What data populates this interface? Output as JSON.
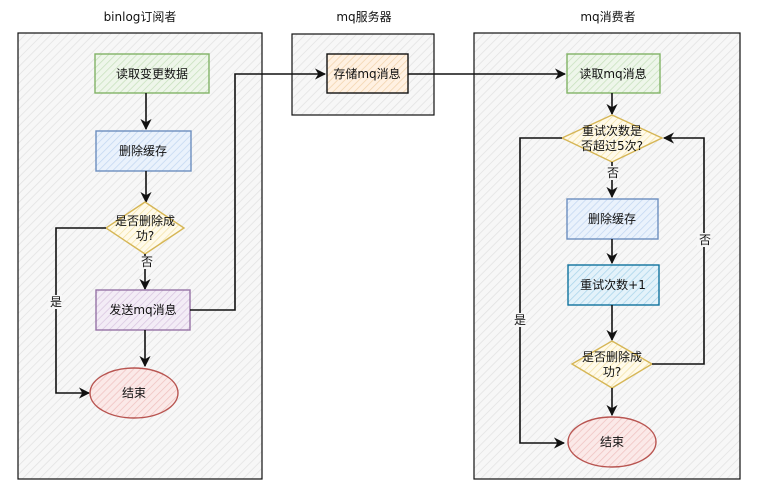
{
  "lanes": {
    "left_title": "binlog订阅者",
    "middle_title": "mq服务器",
    "right_title": "mq消费者"
  },
  "left": {
    "read_changes": "读取变更数据",
    "delete_cache": "删除缓存",
    "decision_line1": "是否删除成",
    "decision_line2": "功?",
    "no_label": "否",
    "yes_label": "是",
    "send_mq": "发送mq消息",
    "end": "结束"
  },
  "middle": {
    "store_mq": "存储mq消息"
  },
  "right": {
    "read_mq": "读取mq消息",
    "retry_check_line1": "重试次数是",
    "retry_check_line2": "否超过5次?",
    "no_label_top": "否",
    "delete_cache": "删除缓存",
    "retry_inc": "重试次数+1",
    "decision_line1": "是否删除成",
    "decision_line2": "功?",
    "no_label_loop": "否",
    "yes_label": "是",
    "end": "结束"
  },
  "colors": {
    "green": "#82b366",
    "green_fill": "#d5e8d4",
    "blue": "#6c8ebf",
    "blue_fill": "#dae8fc",
    "yellow": "#d6b656",
    "yellow_fill": "#fff2cc",
    "purple": "#9673a6",
    "purple_fill": "#e1d5e7",
    "red": "#b85450",
    "red_fill": "#f8cecc",
    "darkblue": "#10739e",
    "darkblue_fill": "#b1ddf0",
    "orange_fill": "#ffe6cc"
  }
}
